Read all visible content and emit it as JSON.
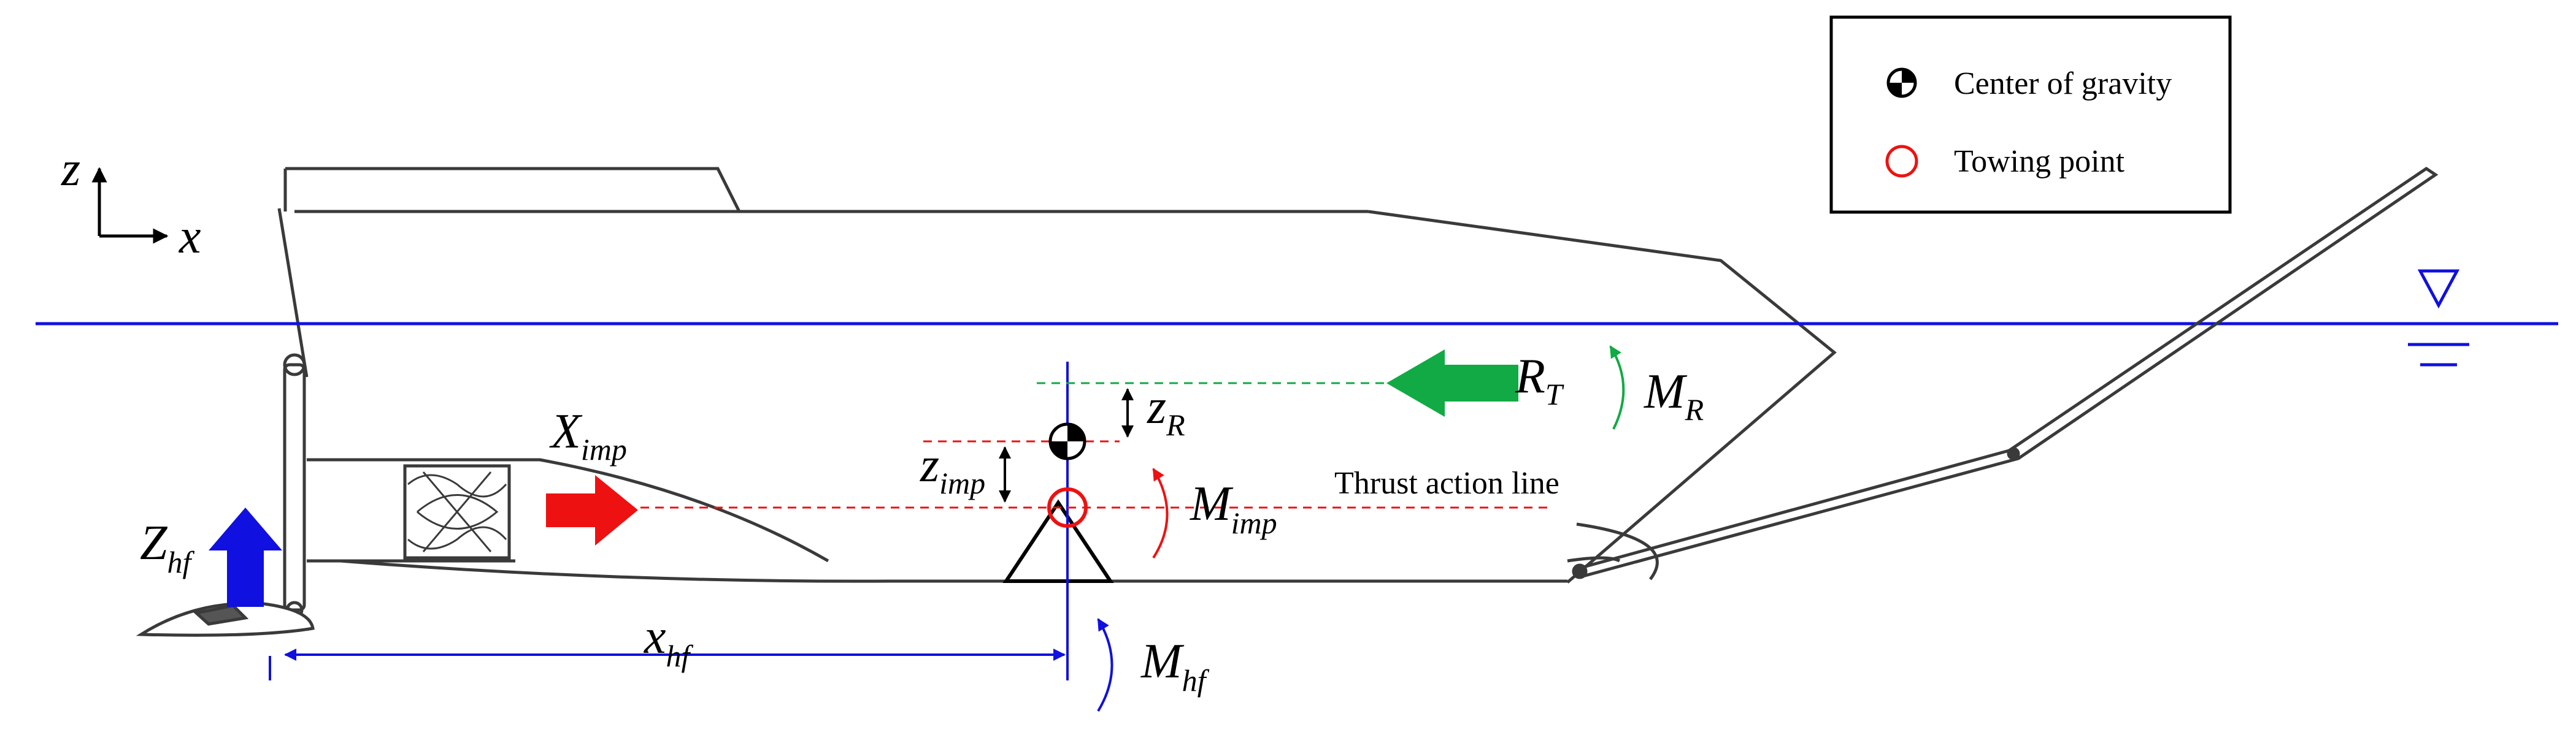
{
  "axes": {
    "z": "z",
    "x": "x"
  },
  "legend": {
    "items": [
      {
        "icon": "center-of-gravity-icon",
        "label": "Center of gravity"
      },
      {
        "icon": "towing-point-icon",
        "label": "Towing point"
      }
    ]
  },
  "annotations": {
    "thrust_action_line": "Thrust action line",
    "X_imp": {
      "main": "X",
      "sub": "imp"
    },
    "Z_hf": {
      "main": "Z",
      "sub": "hf"
    },
    "R_T": {
      "main": "R",
      "sub": "T"
    },
    "M_R": {
      "main": "M",
      "sub": "R"
    },
    "z_R": {
      "main": "z",
      "sub": "R"
    },
    "z_imp": {
      "main": "z",
      "sub": "imp"
    },
    "M_imp": {
      "main": "M",
      "sub": "imp"
    },
    "M_hf": {
      "main": "M",
      "sub": "hf"
    },
    "x_hf": {
      "main": "x",
      "sub": "hf"
    }
  },
  "colors": {
    "hull": "#3a3a3a",
    "waterline": "#1010e0",
    "thrust": "#ee1111",
    "resistance": "#11aa44",
    "foil_force": "#1010e0",
    "text": "#000000"
  }
}
